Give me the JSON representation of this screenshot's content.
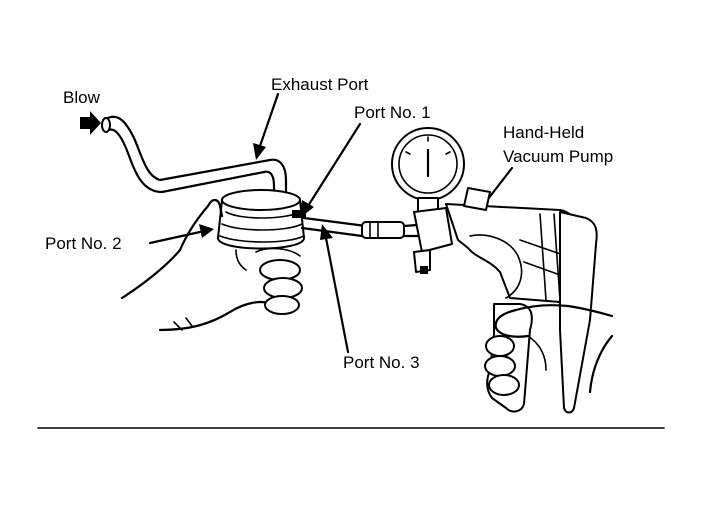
{
  "labels": {
    "blow": "Blow",
    "exhaust_port": "Exhaust Port",
    "port_no_1": "Port No. 1",
    "port_no_2": "Port No. 2",
    "port_no_3": "Port No. 3",
    "pump_line1": "Hand-Held",
    "pump_line2": "Vacuum Pump"
  }
}
